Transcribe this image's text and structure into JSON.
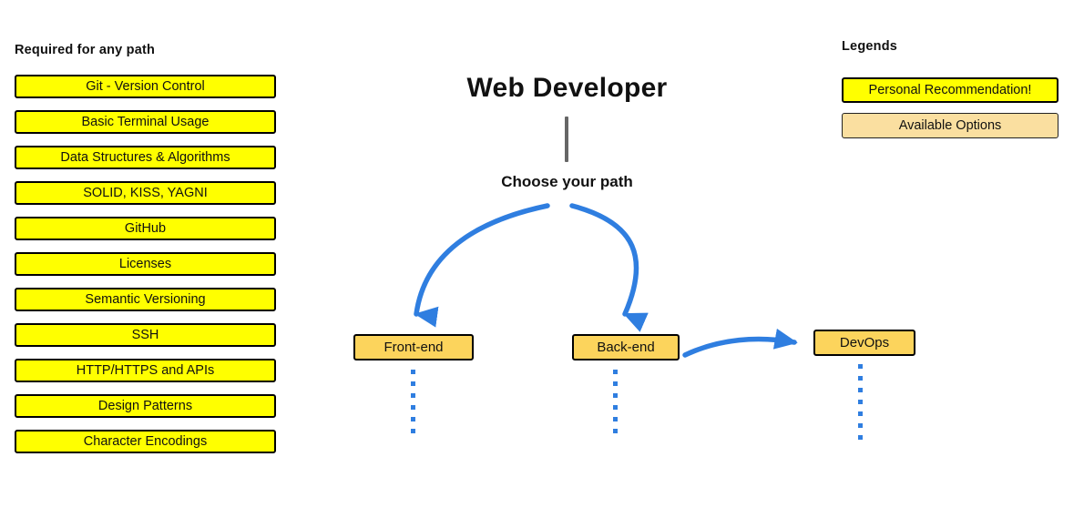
{
  "diagram": {
    "title": "Web Developer",
    "choose_path_label": "Choose your path",
    "accent_blue": "#2f7ee0",
    "stem_gray": "#666666"
  },
  "required": {
    "heading": "Required for any path",
    "items": [
      {
        "label": "Git - Version Control"
      },
      {
        "label": "Basic Terminal Usage"
      },
      {
        "label": "Data Structures & Algorithms"
      },
      {
        "label": "SOLID, KISS, YAGNI"
      },
      {
        "label": "GitHub"
      },
      {
        "label": "Licenses"
      },
      {
        "label": "Semantic Versioning"
      },
      {
        "label": "SSH"
      },
      {
        "label": "HTTP/HTTPS and APIs"
      },
      {
        "label": "Design Patterns"
      },
      {
        "label": "Character Encodings"
      }
    ]
  },
  "legends": {
    "heading": "Legends",
    "items": [
      {
        "label": "Personal Recommendation!",
        "color": "#ffff00"
      },
      {
        "label": "Available Options",
        "color": "#fadfa0"
      }
    ]
  },
  "paths": {
    "nodes": [
      {
        "label": "Front-end",
        "color": "#fcd45c",
        "dots": 6
      },
      {
        "label": "Back-end",
        "color": "#fcd45c",
        "dots": 6
      },
      {
        "label": "DevOps",
        "color": "#fcd45c",
        "dots": 7
      }
    ]
  }
}
